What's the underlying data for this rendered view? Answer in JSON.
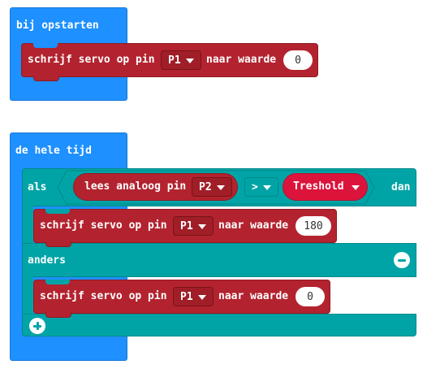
{
  "blocks": {
    "on_start": {
      "label": "bij opstarten",
      "statement": {
        "action": "schrijf servo op pin",
        "pin": "P1",
        "to_value_label": "naar waarde",
        "value": "0"
      }
    },
    "forever": {
      "label": "de hele tijd",
      "if_block": {
        "if_label": "als",
        "then_label": "dan",
        "else_label": "anders",
        "condition": {
          "left": {
            "label": "lees analoog pin",
            "pin": "P2"
          },
          "operator": ">",
          "right": {
            "label": "Treshold"
          }
        },
        "then_statement": {
          "action": "schrijf servo op pin",
          "pin": "P1",
          "to_value_label": "naar waarde",
          "value": "180"
        },
        "else_statement": {
          "action": "schrijf servo op pin",
          "pin": "P1",
          "to_value_label": "naar waarde",
          "value": "0"
        }
      }
    }
  },
  "icons": {
    "remove_else": "minus-circle-icon",
    "add_else": "plus-circle-icon",
    "dropdown": "caret-down-icon"
  },
  "colors": {
    "event_block": "#1e90ff",
    "pins_block": "#b3232f",
    "logic_block": "#00a4a6",
    "variable_block": "#dc143c"
  }
}
